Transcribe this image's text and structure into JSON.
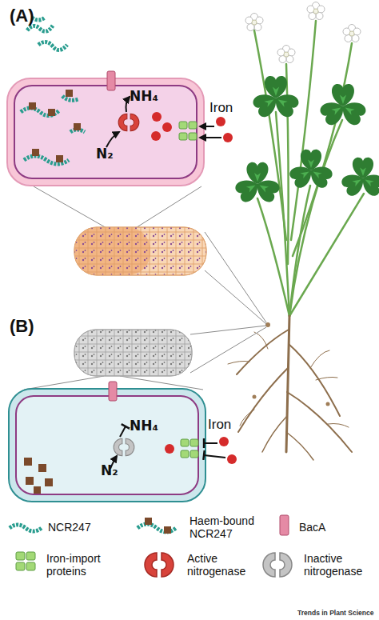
{
  "diagram": {
    "nodes": [
      {
        "text": [
          "NH₄",
          "N₂"
        ]
      },
      {
        "text": [
          "NH₄",
          "N₂"
        ]
      }
    ],
    "labels": [
      "(A)",
      "Iron",
      "(B)",
      "Iron",
      "Trends in Plant Science"
    ],
    "legend": [
      {
        "text": "NCR247"
      },
      {
        "text": "Haem-bound NCR247"
      },
      {
        "text": "BacA"
      },
      {
        "text": "Iron-import proteins"
      },
      {
        "text": "Active nitrogenase"
      },
      {
        "text": "Inactive nitrogenase"
      }
    ]
  }
}
